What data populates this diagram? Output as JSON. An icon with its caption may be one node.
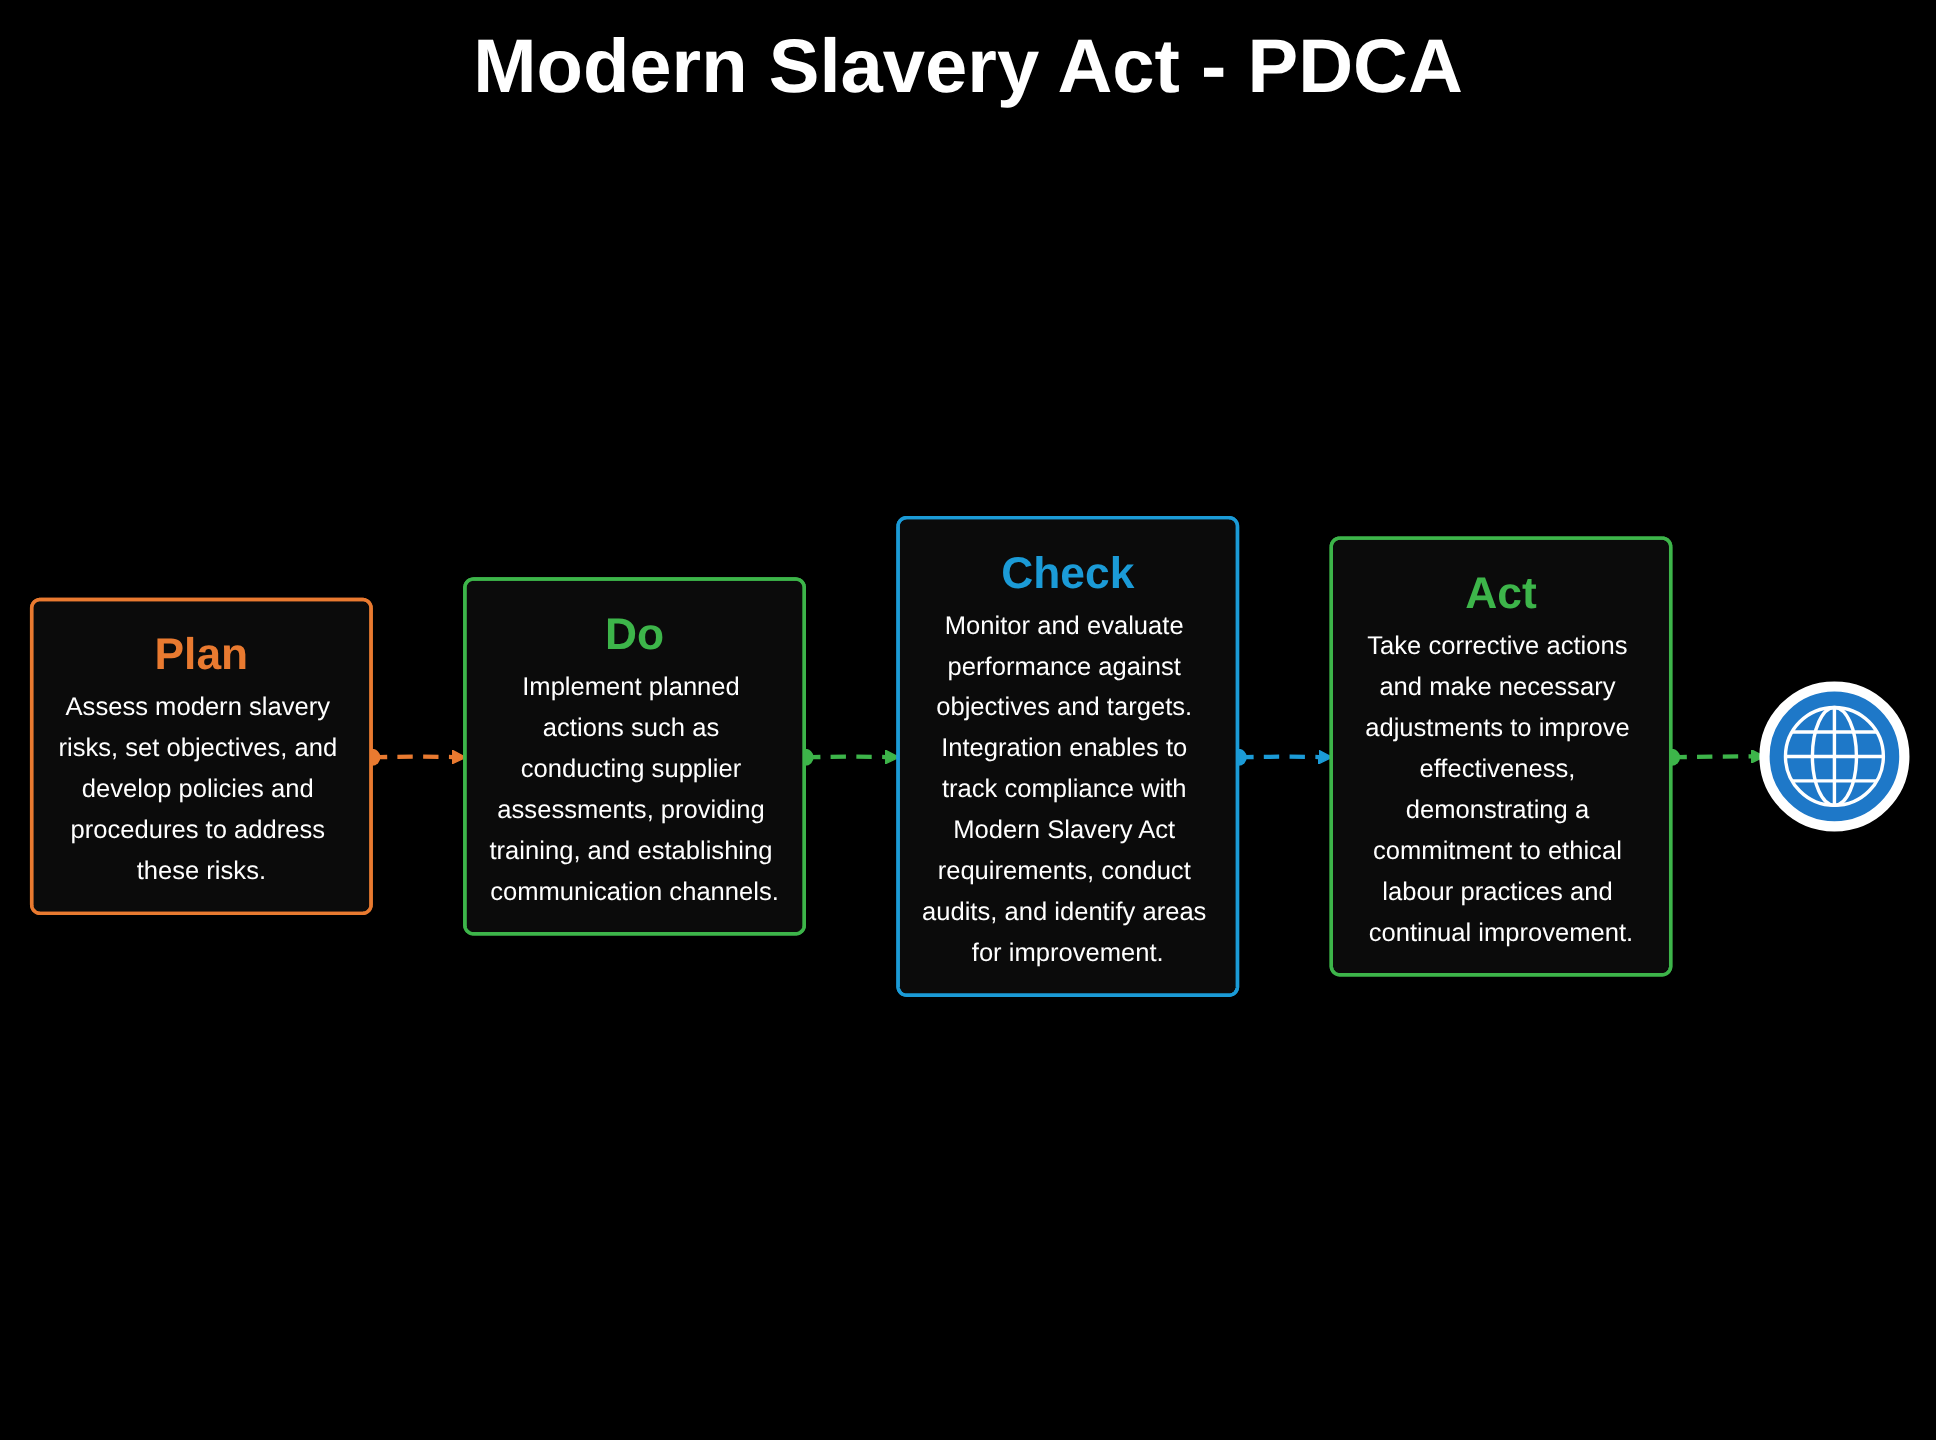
{
  "diagram": {
    "title": "Modern Slavery Act - PDCA",
    "nodes": [
      {
        "text": [
          "Plan",
          "Assess modern slavery risks, set objectives, and develop policies and procedures to address these risks."
        ]
      },
      {
        "text": [
          "Do",
          "Implement planned actions such as conducting supplier assessments, providing training, and establishing communication channels."
        ]
      },
      {
        "text": [
          "Check",
          "Monitor and evaluate performance against objectives and targets. Integration enables to track compliance with Modern Slavery Act requirements, conduct audits, and identify areas for improvement."
        ]
      },
      {
        "text": [
          "Act",
          "Take corrective actions and make necessary adjustments to improve effectiveness, demonstrating a commitment to ethical labour practices and continual improvement."
        ]
      },
      {
        "text": [],
        "shape": "picture"
      }
    ],
    "edges": [
      {
        "from": 0,
        "to": 1,
        "arrow": "to",
        "style": "dashed",
        "color": "#e97a30"
      },
      {
        "from": 1,
        "to": 2,
        "arrow": "to",
        "style": "dashed",
        "color": "#3db54a"
      },
      {
        "from": 2,
        "to": 3,
        "arrow": "to",
        "style": "dashed",
        "color": "#1b9bd7"
      },
      {
        "from": 3,
        "to": 4,
        "arrow": "to",
        "style": "dashed",
        "color": "#3db54a"
      }
    ]
  }
}
